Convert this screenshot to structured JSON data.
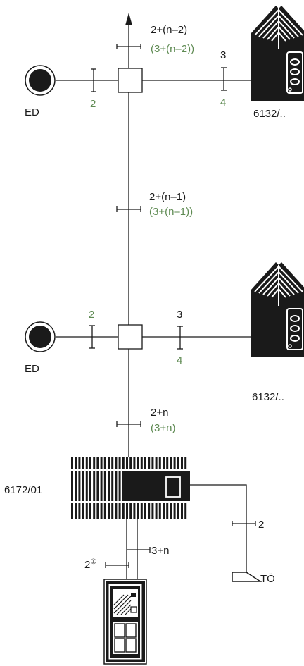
{
  "colors": {
    "line": "#1a1a1a",
    "green_label": "#5e8a52"
  },
  "top_branch": {
    "riser_label": "2+(n–2)",
    "riser_label_alt": "(3+(n–2))",
    "left_wire": "2",
    "right_wire": "3",
    "right_wire_alt": "4",
    "ed_label": "ED",
    "device_label": "6132/.."
  },
  "middle_riser": {
    "label": "2+(n–1)",
    "label_alt": "(3+(n–1))"
  },
  "bottom_branch": {
    "left_wire": "2",
    "right_wire": "3",
    "right_wire_alt": "4",
    "ed_label": "ED",
    "device_label": "6132/.."
  },
  "lower_riser": {
    "label": "2+n",
    "label_alt": "(3+n)"
  },
  "power_unit": {
    "label": "6172/01"
  },
  "door_opener": {
    "wire": "2",
    "label": "TÖ"
  },
  "door_station": {
    "wire_a": "3+n",
    "wire_b": "2",
    "wire_b_note": "①"
  }
}
